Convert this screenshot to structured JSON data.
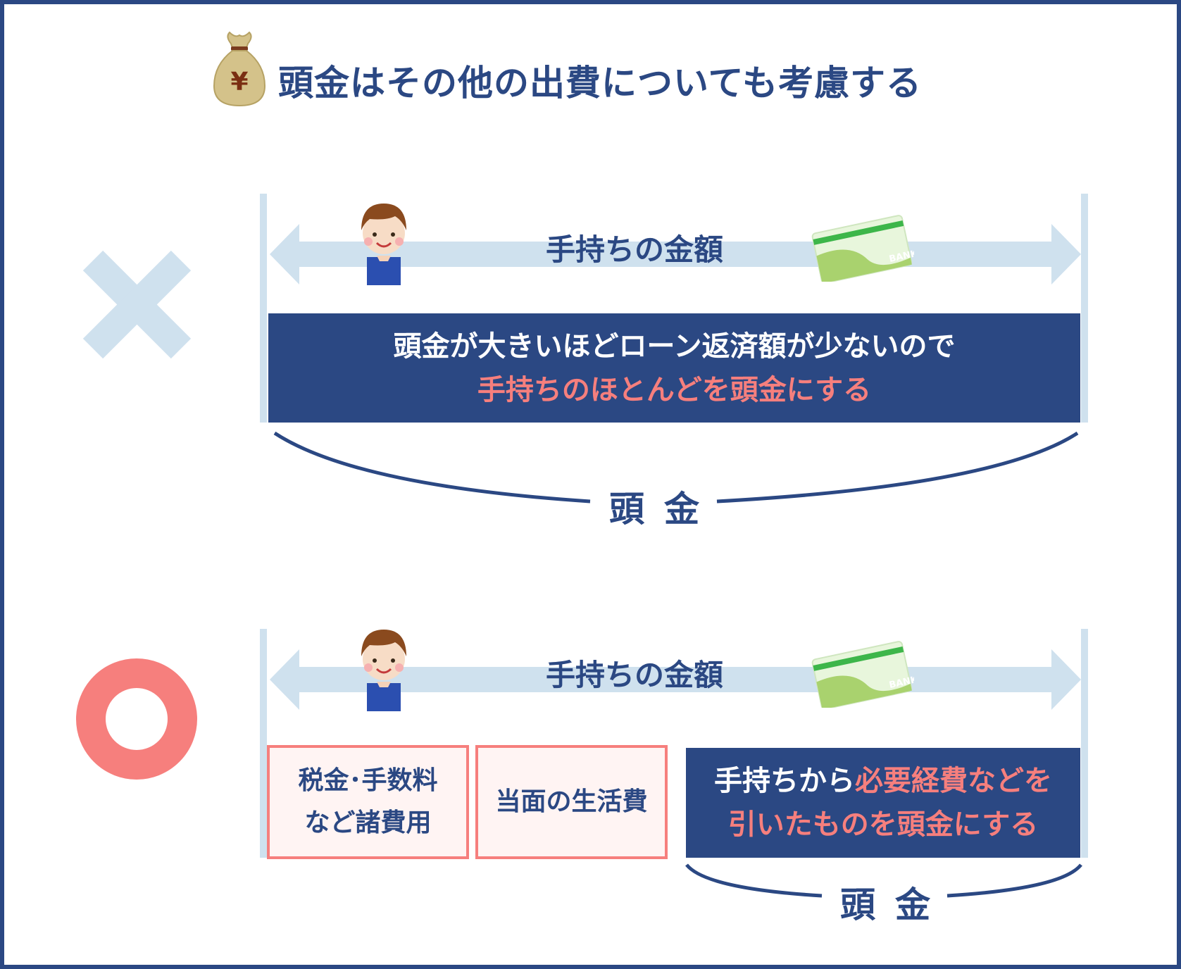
{
  "title": "頭金はその他の出費についても考慮する",
  "icons": {
    "title_icon": "money-bag-yen-icon",
    "wrong_mark": "cross-mark-icon",
    "right_mark": "circle-mark-icon",
    "person": "person-icon",
    "card": "bank-card-icon"
  },
  "colors": {
    "navy": "#2b4883",
    "pink": "#f67f7d",
    "light_blue": "#cfe1ee",
    "card_green": "#3db64a"
  },
  "bag_symbol": "¥",
  "card_text": "BANK",
  "wrong": {
    "amount_label": "手持ちの金額",
    "box_line1": "頭金が大きいほどローン返済額が少ないので",
    "box_line2": "手持ちのほとんどを頭金にする",
    "brace_label": "頭金"
  },
  "right": {
    "amount_label": "手持ちの金額",
    "cost1_line1": "税金･手数料",
    "cost1_line2": "など諸費用",
    "cost2": "当面の生活費",
    "box_line1_a": "手持ちから",
    "box_line1_b": "必要経費などを",
    "box_line2": "引いたものを頭金にする",
    "brace_label": "頭金"
  }
}
